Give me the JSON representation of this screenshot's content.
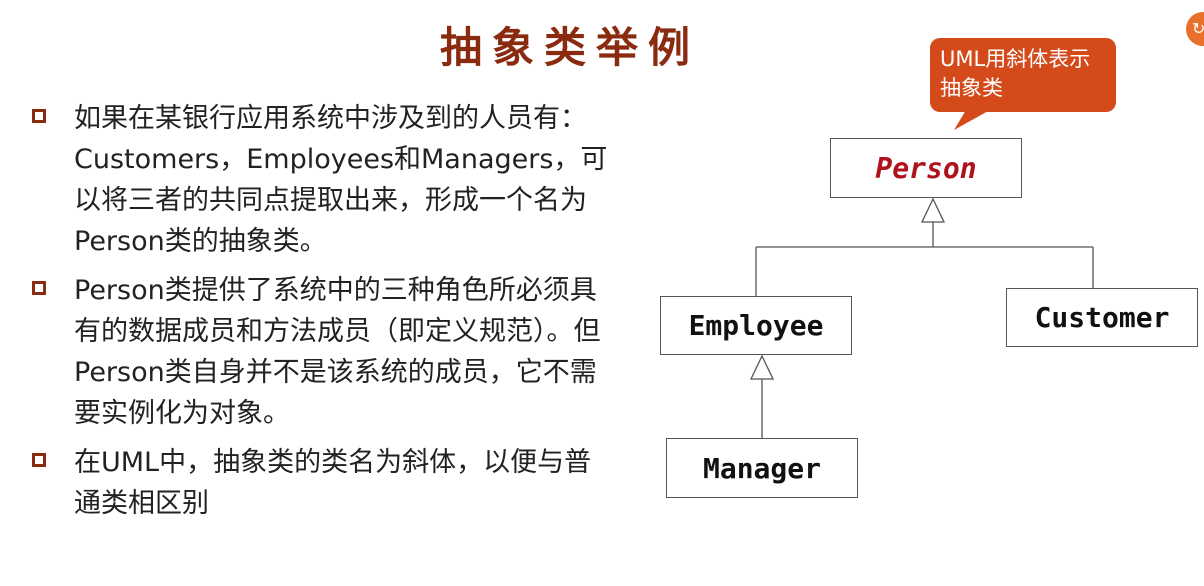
{
  "slide": {
    "title": "抽象类举例",
    "bullets": [
      "如果在某银行应用系统中涉及到的人员有：Customers，Employees和Managers，可以将三者的共同点提取出来，形成一个名为Person类的抽象类。",
      "Person类提供了系统中的三种角色所必须具有的数据成员和方法成员（即定义规范）。但Person类自身并不是该系统的成员，它不需要实例化为对象。",
      "在UML中，抽象类的类名为斜体，以便与普通类相区别"
    ]
  },
  "diagram": {
    "callout": "UML用斜体表示抽象类",
    "classes": {
      "person": "Person",
      "employee": "Employee",
      "customer": "Customer",
      "manager": "Manager"
    }
  },
  "colors": {
    "title": "#8a2b10",
    "callout_bg": "#d54a1a",
    "abstract_class_text": "#b0121c"
  },
  "icons": [
    "checkbox-bullet-icon",
    "edge-widget-icon"
  ]
}
